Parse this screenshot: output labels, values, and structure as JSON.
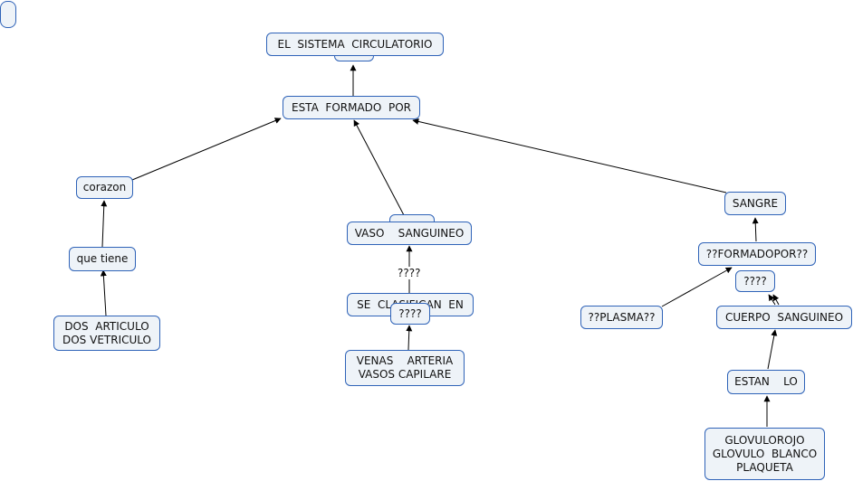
{
  "nodes": {
    "title": "EL  SISTEMA  CIRCULATORIO",
    "formado": "ESTA  FORMADO  POR",
    "corazon": "corazon",
    "que_tiene": "que tiene",
    "dos": "DOS  ARTICULO\nDOS VETRICULO",
    "vaso": "VASO    SANGUINEO",
    "se_clasifican": "SE  CLASIFICAN  EN",
    "q4_over": "????",
    "venas": "VENAS    ARTERIA\nVASOS CAPILARE",
    "sangre": "SANGRE",
    "formadopor": "??FORMADOPOR??",
    "q4_right": "????",
    "plasma": "??PLASMA??",
    "cuerpo": "CUERPO  SANGUINEO",
    "estan": "ESTAN    LO",
    "glovulo": "GLOVULOROJO\nGLOVULO  BLANCO\nPLAQUETA"
  },
  "linking_phrases": {
    "q4_mid": "????"
  }
}
